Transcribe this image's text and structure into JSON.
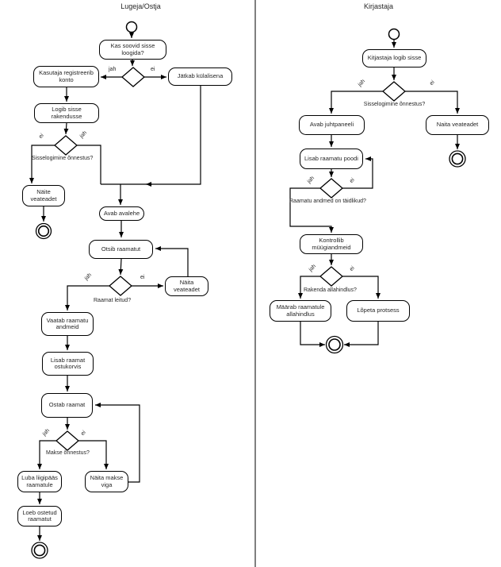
{
  "diagram": {
    "branch_labels": {
      "yes": "jah",
      "no": "ei"
    },
    "lane_left": {
      "title": "Lugeja/Ostja",
      "nodes": {
        "q_login": "Kas soovid sisse loogida?",
        "register": "Kasutaja registreerib konto",
        "guest": "Jätkab külalisena",
        "login": "Logib sisse rakendusse",
        "error_login": "Näite veateadet",
        "homepage": "Avab avalehe",
        "search": "Otsib raamatut",
        "error_search": "Näita veateadet",
        "view": "Vaatab raamatu andmeid",
        "cart": "Lisab raamat ostukorvis",
        "buy": "Ostab raamat",
        "access": "Luba liigipääs raamatule",
        "pay_error": "Näita makse viga",
        "read": "Loeb ostetud raamatut"
      },
      "questions": {
        "login_ok": "Sisselogimine õnnestus?",
        "book_found": "Raamat leitud?",
        "payment_ok": "Makse õnnestus?"
      }
    },
    "lane_right": {
      "title": "Kirjastaja",
      "nodes": {
        "pub_login": "Kitjastaja logib sisse",
        "dashboard": "Avab juhtpaneeli",
        "error_login": "Naita veateadet",
        "add_book": "Lisab raamatu poodi",
        "sales": "Kontrollib müügiandmeid",
        "discount": "Määrab raamatule allahindlus",
        "end_process": "Lõpeta protsess"
      },
      "questions": {
        "login_ok": "Sisselogimine õnnestus?",
        "data_complete": "Raamatu andmed on täidlikud?",
        "apply_discount": "Rakenda allahindlus?"
      }
    }
  }
}
